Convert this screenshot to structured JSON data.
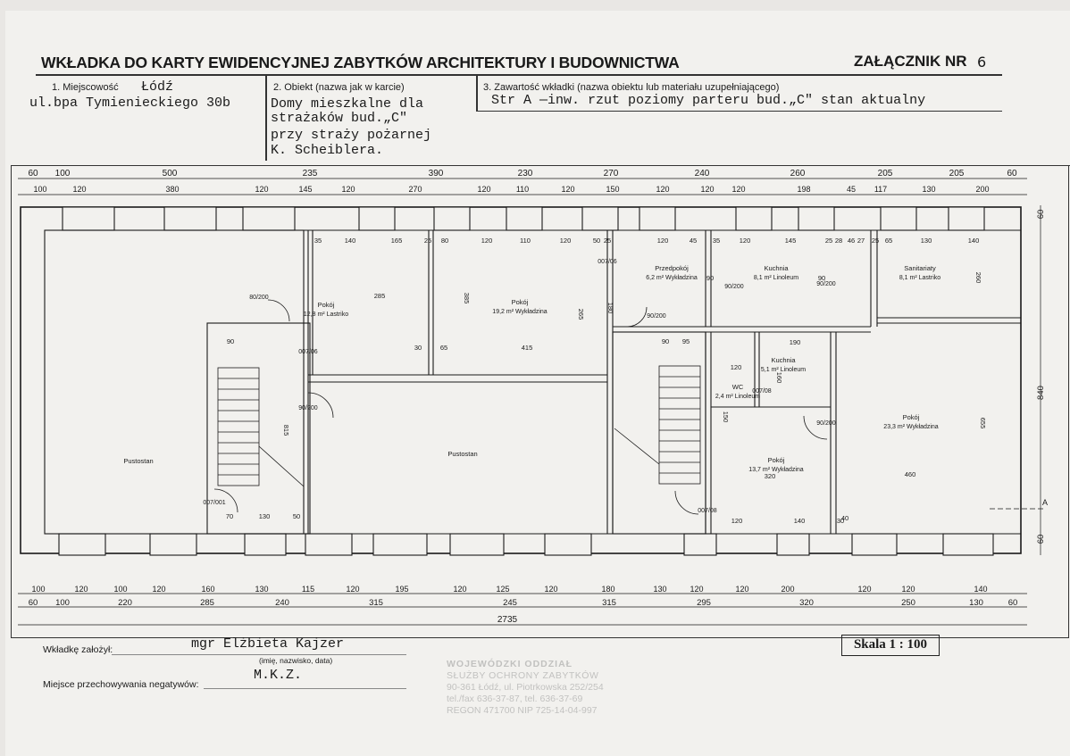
{
  "header": {
    "title": "WKŁADKA DO KARTY EWIDENCYJNEJ ZABYTKÓW ARCHITEKTURY I BUDOWNICTWA",
    "annex_label": "ZAŁĄCZNIK NR",
    "annex_number": "6"
  },
  "fields": {
    "location_label": "1. Miejscowość",
    "location_city": "Łódź",
    "location_street": "ul.bpa Tymienieckiego 30b",
    "object_label": "2. Obiekt (nazwa jak w karcie)",
    "object_lines": [
      "Domy mieszkalne dla",
      "strażaków bud.„C\"",
      "przy straży pożarnej",
      "K. Scheiblera."
    ],
    "content_label": "3. Zawartość wkładki (nazwa obiektu lub materiału uzupełniającego)",
    "content_value": "Str A —inw. rzut poziomy parteru bud.„C\"  stan aktualny"
  },
  "plan": {
    "dims_top_row1": [
      "60",
      "100",
      "500",
      "235",
      "390",
      "230",
      "270",
      "240",
      "260",
      "205",
      "205",
      "60"
    ],
    "dims_top_row2": [
      "100",
      "120",
      "380",
      "120",
      "145",
      "120",
      "270",
      "120",
      "110",
      "120",
      "150",
      "120",
      "120",
      "120",
      "198",
      "45",
      "117",
      "130",
      "200"
    ],
    "dims_bottom_row1": [
      "100",
      "120",
      "100",
      "120",
      "160",
      "130",
      "115",
      "120",
      "195",
      "120",
      "125",
      "120",
      "180",
      "130",
      "120",
      "120",
      "200",
      "120",
      "120",
      "140"
    ],
    "dims_bottom_row2": [
      "60",
      "100",
      "220",
      "285",
      "240",
      "315",
      "245",
      "315",
      "295",
      "320",
      "250",
      "130",
      "60"
    ],
    "dim_total": "2735",
    "dims_right": [
      "60",
      "840",
      "60"
    ],
    "rooms": [
      {
        "name": "Pustostan"
      },
      {
        "name": "Pokój",
        "area": "12,8 m²",
        "floor": "Lastriko"
      },
      {
        "name": "Pokój",
        "area": "19,2 m²",
        "floor": "Wykładzina"
      },
      {
        "name": "Pustostan"
      },
      {
        "name": "Przedpokój",
        "area": "6,2 m²",
        "floor": "Wykładzina"
      },
      {
        "name": "Kuchnia",
        "area": "8,1 m²",
        "floor": "Linoleum"
      },
      {
        "name": "Sanitariaty",
        "area": "8,1 m²",
        "floor": "Lastriko"
      },
      {
        "name": "Kuchnia",
        "area": "5,1 m²",
        "floor": "Linoleum"
      },
      {
        "name": "WC",
        "area": "2,4 m²",
        "floor": "Linoleum"
      },
      {
        "name": "Pokój",
        "area": "13,7 m²",
        "floor": "Wykładzina"
      },
      {
        "name": "Pokój",
        "area": "23,3 m²",
        "floor": "Wykładzina"
      }
    ],
    "door_labels": [
      "80/200",
      "007/06",
      "90/200",
      "007/001",
      "007/06",
      "90/200",
      "90/200",
      "90/200",
      "007/08",
      "007/08",
      "90/200"
    ],
    "interior_dims": [
      "35",
      "140",
      "165",
      "25",
      "80",
      "120",
      "110",
      "120",
      "50",
      "25",
      "120",
      "45",
      "35",
      "120",
      "145",
      "25",
      "28",
      "46",
      "27",
      "25",
      "65",
      "130",
      "140",
      "90",
      "90",
      "30",
      "65",
      "415",
      "70",
      "90",
      "130",
      "50",
      "90",
      "95",
      "190",
      "460",
      "120",
      "320",
      "140",
      "30",
      "285",
      "385",
      "265",
      "260",
      "655",
      "815",
      "150",
      "160",
      "180",
      "120",
      "40"
    ],
    "section_marker": "A"
  },
  "footer": {
    "author_label": "Wkładkę założył:",
    "author_value": "mgr Elżbieta Kajzer",
    "author_sub": "(imię, nazwisko, data)",
    "negatives_label": "Miejsce przechowywania negatywów:",
    "negatives_value": "M.K.Z.",
    "scale": "Skala 1 : 100"
  },
  "stamp": {
    "lines": [
      "WOJEWÓDZKI ODDZIAŁ",
      "SŁUŻBY OCHRONY ZABYTKÓW",
      "90-361 Łódź, ul. Piotrkowska 252/254",
      "tel./fax 636-37-87, tel. 636-37-69",
      "REGON 471700 NIP 725-14-04-997"
    ]
  }
}
